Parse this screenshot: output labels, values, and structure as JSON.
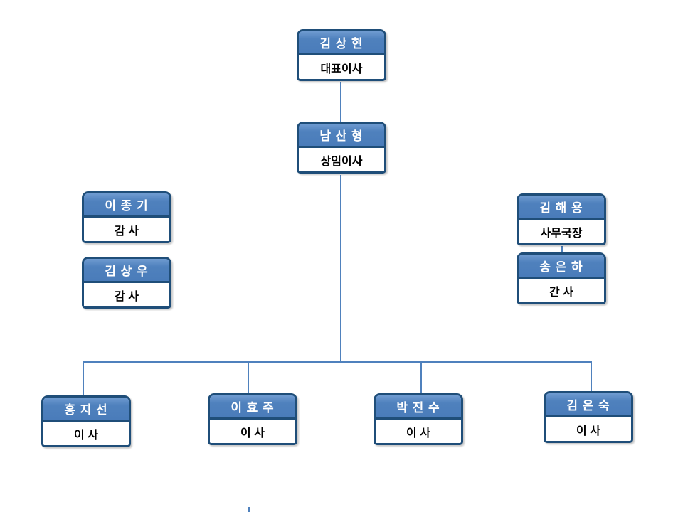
{
  "chart_type": "org-chart",
  "colors": {
    "node_header_fill": "#4f81bd",
    "node_border": "#1f4e79",
    "node_header_text": "#ffffff",
    "node_role_text": "#000000",
    "connector": "#4f81bd",
    "background": "#ffffff"
  },
  "nodes": [
    {
      "id": "ceo",
      "name": "김 상 현",
      "role": "대표이사"
    },
    {
      "id": "standing-director",
      "name": "남 산 형",
      "role": "상임이사"
    },
    {
      "id": "auditor-1",
      "name": "이 종 기",
      "role": "감 사"
    },
    {
      "id": "auditor-2",
      "name": "김 상 우",
      "role": "감 사"
    },
    {
      "id": "secretary-general",
      "name": "김 해 용",
      "role": "사무국장"
    },
    {
      "id": "manager",
      "name": "송 은 하",
      "role": "간 사"
    },
    {
      "id": "director-1",
      "name": "홍 지 선",
      "role": "이 사"
    },
    {
      "id": "director-2",
      "name": "이 효 주",
      "role": "이 사"
    },
    {
      "id": "director-3",
      "name": "박 진 수",
      "role": "이 사"
    },
    {
      "id": "director-4",
      "name": "김 은 숙",
      "role": "이 사"
    }
  ],
  "edges": [
    {
      "from": "ceo",
      "to": "standing-director"
    },
    {
      "from": "standing-director",
      "to": "director-1"
    },
    {
      "from": "standing-director",
      "to": "director-2"
    },
    {
      "from": "standing-director",
      "to": "director-3"
    },
    {
      "from": "standing-director",
      "to": "director-4"
    },
    {
      "from": "secretary-general",
      "to": "manager"
    }
  ]
}
